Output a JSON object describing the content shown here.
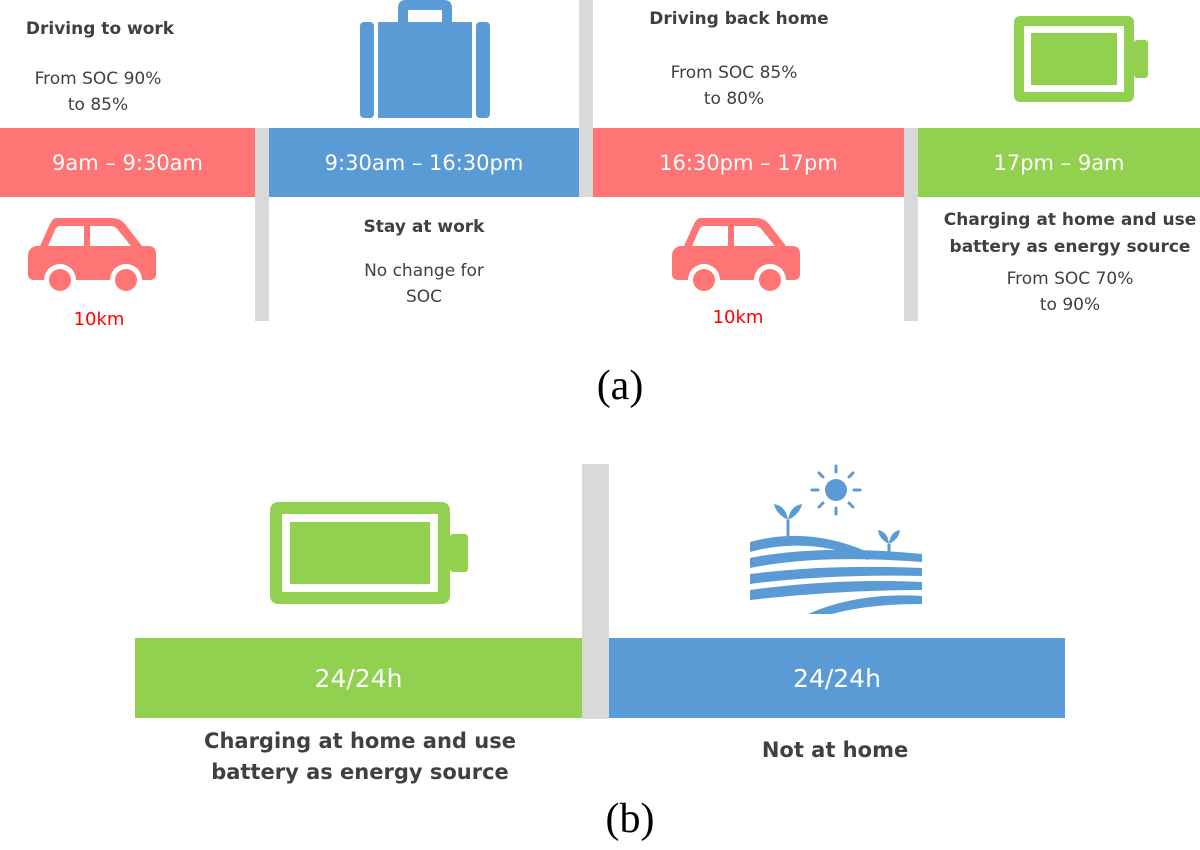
{
  "colors": {
    "driving": "#ff7575",
    "work": "#5b9bd5",
    "charging": "#92d050",
    "divider": "#d9d9d9",
    "distance_text": "#ff0000",
    "text": "#404040"
  },
  "panel_a": {
    "caption": "(a)",
    "segments": [
      {
        "time": "9am – 9:30am",
        "heading": "Driving to work",
        "soc_line1": "From SOC 90%",
        "soc_line2": "to 85%",
        "icon": "car-icon",
        "distance": "10km"
      },
      {
        "time": "9:30am – 16:30pm",
        "heading": "Stay at work",
        "soc_line1": "No change for",
        "soc_line2": "SOC",
        "icon": "briefcase-icon"
      },
      {
        "time": "16:30pm – 17pm",
        "heading": "Driving back home",
        "soc_line1": "From SOC 85%",
        "soc_line2": "to 80%",
        "icon": "car-icon",
        "distance": "10km"
      },
      {
        "time": "17pm – 9am",
        "heading_line1": "Charging at home and use",
        "heading_line2": "battery as energy source",
        "soc_line1": "From SOC 70%",
        "soc_line2": "to 90%",
        "icon": "battery-icon"
      }
    ]
  },
  "panel_b": {
    "caption": "(b)",
    "segments": [
      {
        "time": "24/24h",
        "label_line1": "Charging at home and use",
        "label_line2": "battery as energy source",
        "icon": "battery-icon"
      },
      {
        "time": "24/24h",
        "label_line1": "Not at home",
        "icon": "farmland-sun-icon"
      }
    ]
  }
}
